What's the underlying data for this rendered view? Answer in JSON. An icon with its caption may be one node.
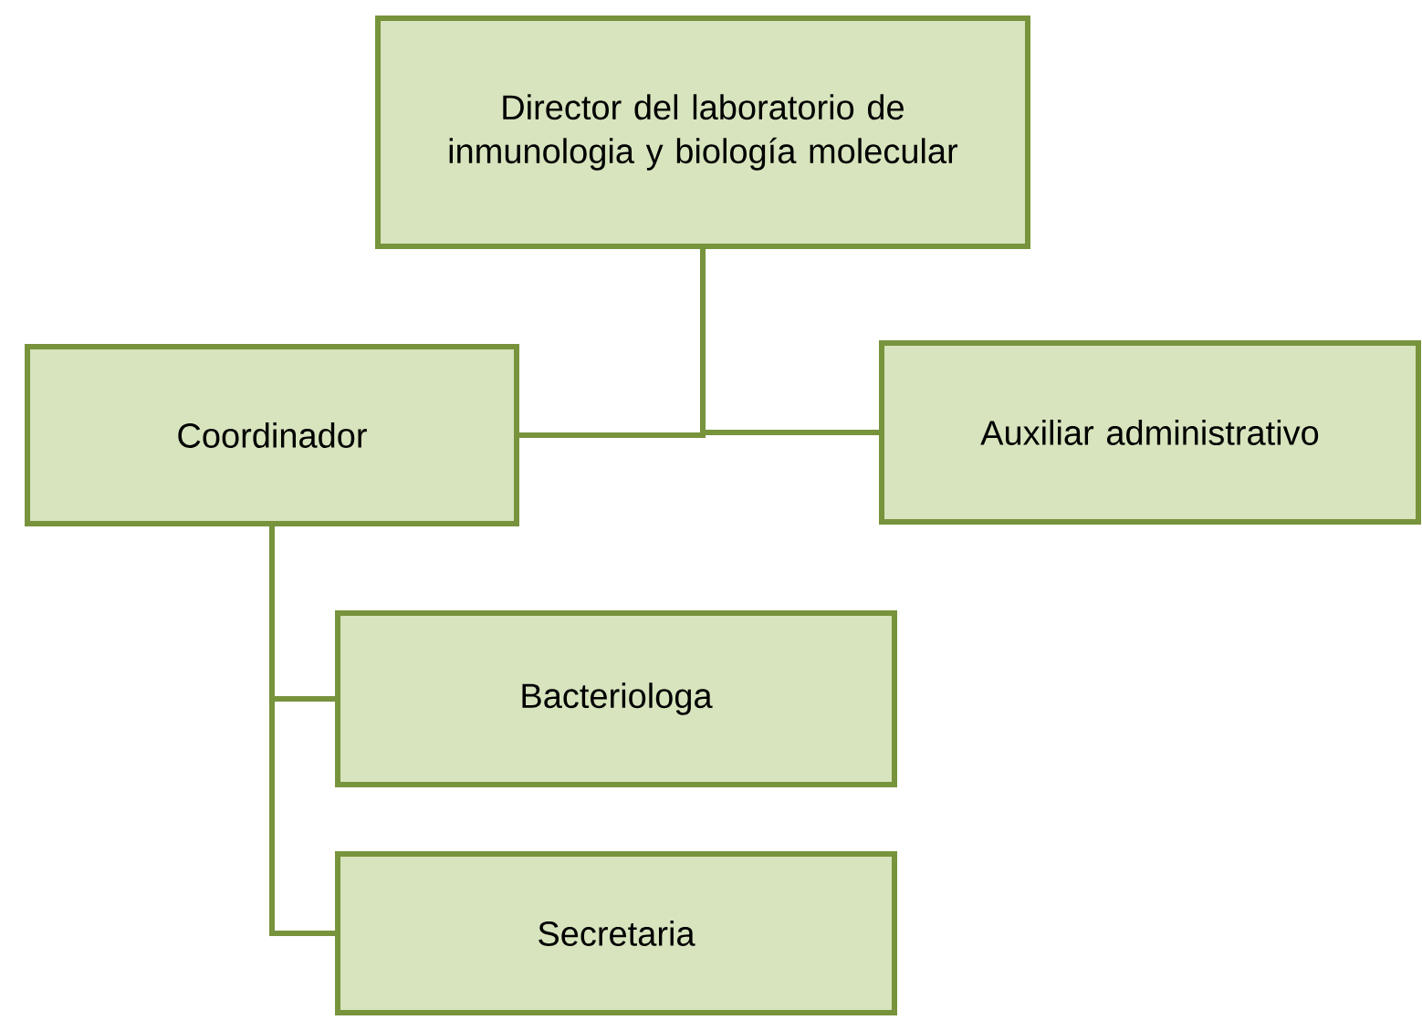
{
  "diagram": {
    "nodes": [
      {
        "text": [
          "Director del laboratorio de inmunologia y biología molecular"
        ]
      },
      {
        "text": [
          "Coordinador"
        ]
      },
      {
        "text": [
          "Auxiliar administrativo"
        ]
      },
      {
        "text": [
          "Bacteriologa"
        ]
      },
      {
        "text": [
          "Secretaria"
        ]
      }
    ],
    "edges": [
      {
        "from": 0,
        "to": 1,
        "arrow": "none"
      },
      {
        "from": 0,
        "to": 2,
        "arrow": "none"
      },
      {
        "from": 1,
        "to": 3,
        "arrow": "none"
      },
      {
        "from": 1,
        "to": 4,
        "arrow": "none"
      }
    ]
  }
}
